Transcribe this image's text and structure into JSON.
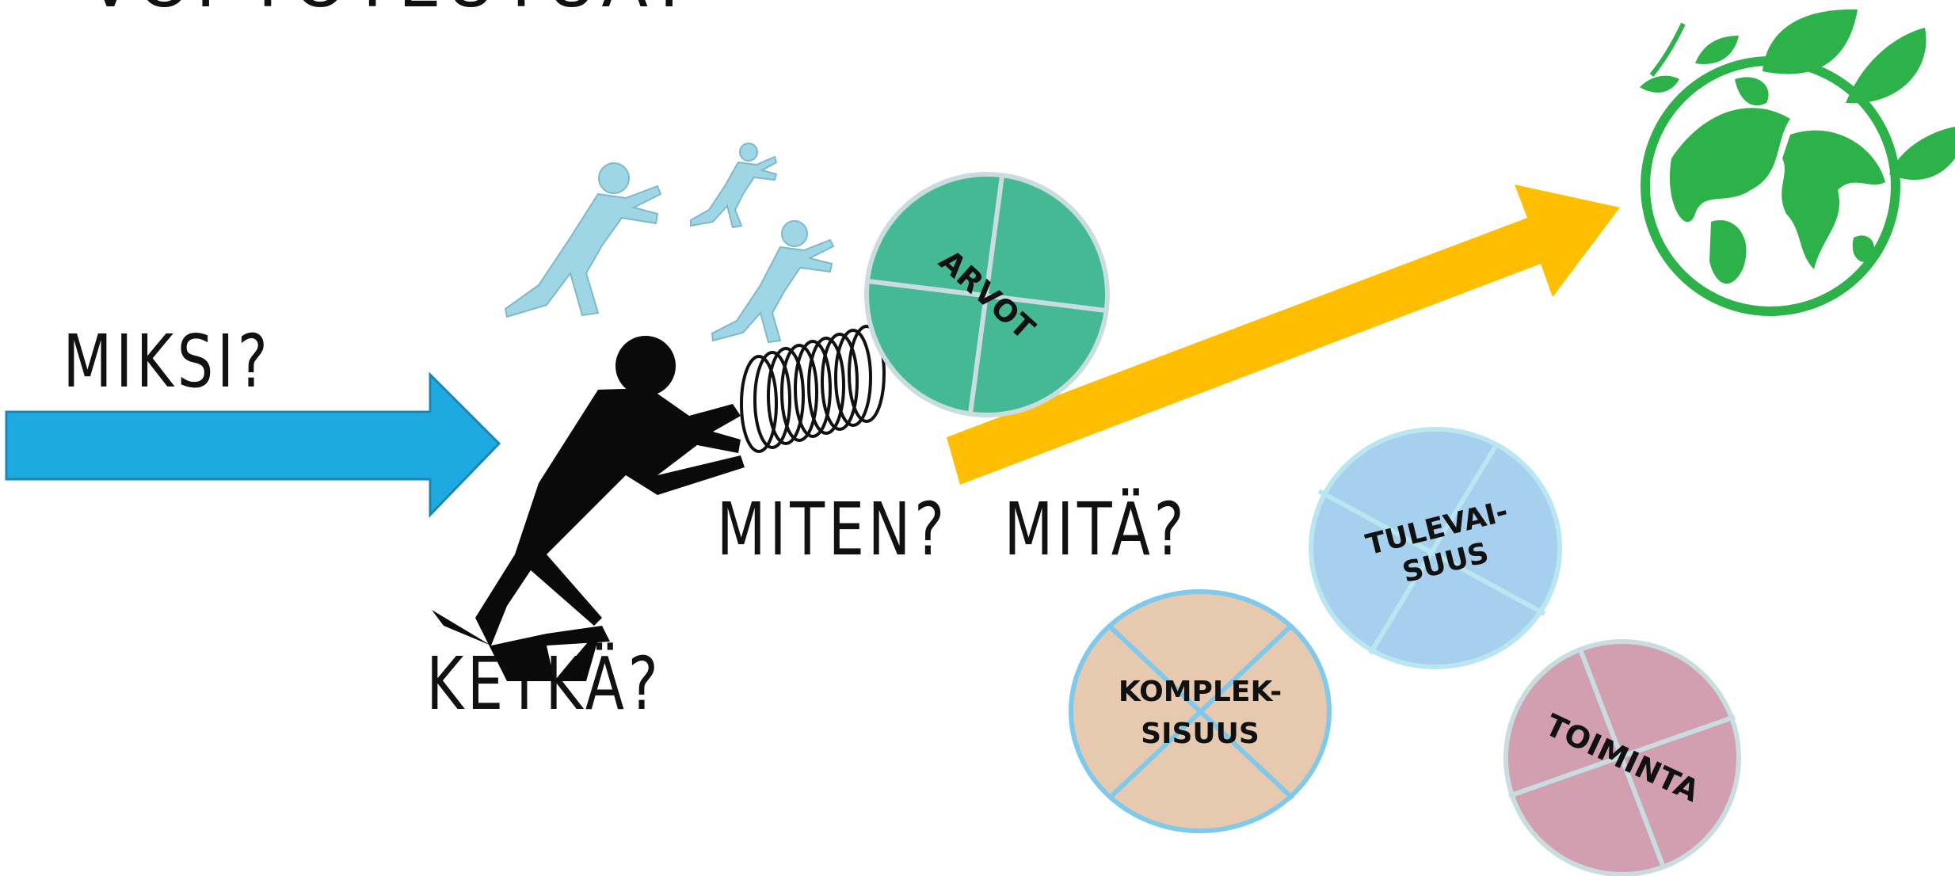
{
  "title_partial": "VOI TOTEUTUA?",
  "questions": {
    "miksi": "MIKSI?",
    "ketka": "KETKÄ?",
    "miten": "MITEN?",
    "mita": "MITÄ?"
  },
  "wheels": {
    "arvot": {
      "label": "ARVOT",
      "color": "#44b994",
      "ring": "#c9dde0"
    },
    "tulevaisuus": {
      "line1": "TULEVAI-",
      "line2": "SUUS",
      "color": "#a7cfee",
      "ring": "#b9e6f0"
    },
    "kompleksisuus": {
      "line1": "KOMPLEK-",
      "line2": "SISUUS",
      "color": "#e6c9ae",
      "ring": "#7ec9ec"
    },
    "toiminta": {
      "label": "TOIMINTA",
      "color": "#d19fb0",
      "ring": "#c9dde0"
    }
  },
  "colors": {
    "blue_arrow": "#1fa9e1",
    "yellow_arrow": "#ffbf00",
    "globe": "#2db24a",
    "pusher": "#0a0a0a",
    "helpers": "#9fd6e6"
  },
  "icons": [
    "blue-arrow-icon",
    "yellow-arrow-icon",
    "globe-icon",
    "pushing-person-icon",
    "helper-person-icon",
    "spring-icon"
  ]
}
